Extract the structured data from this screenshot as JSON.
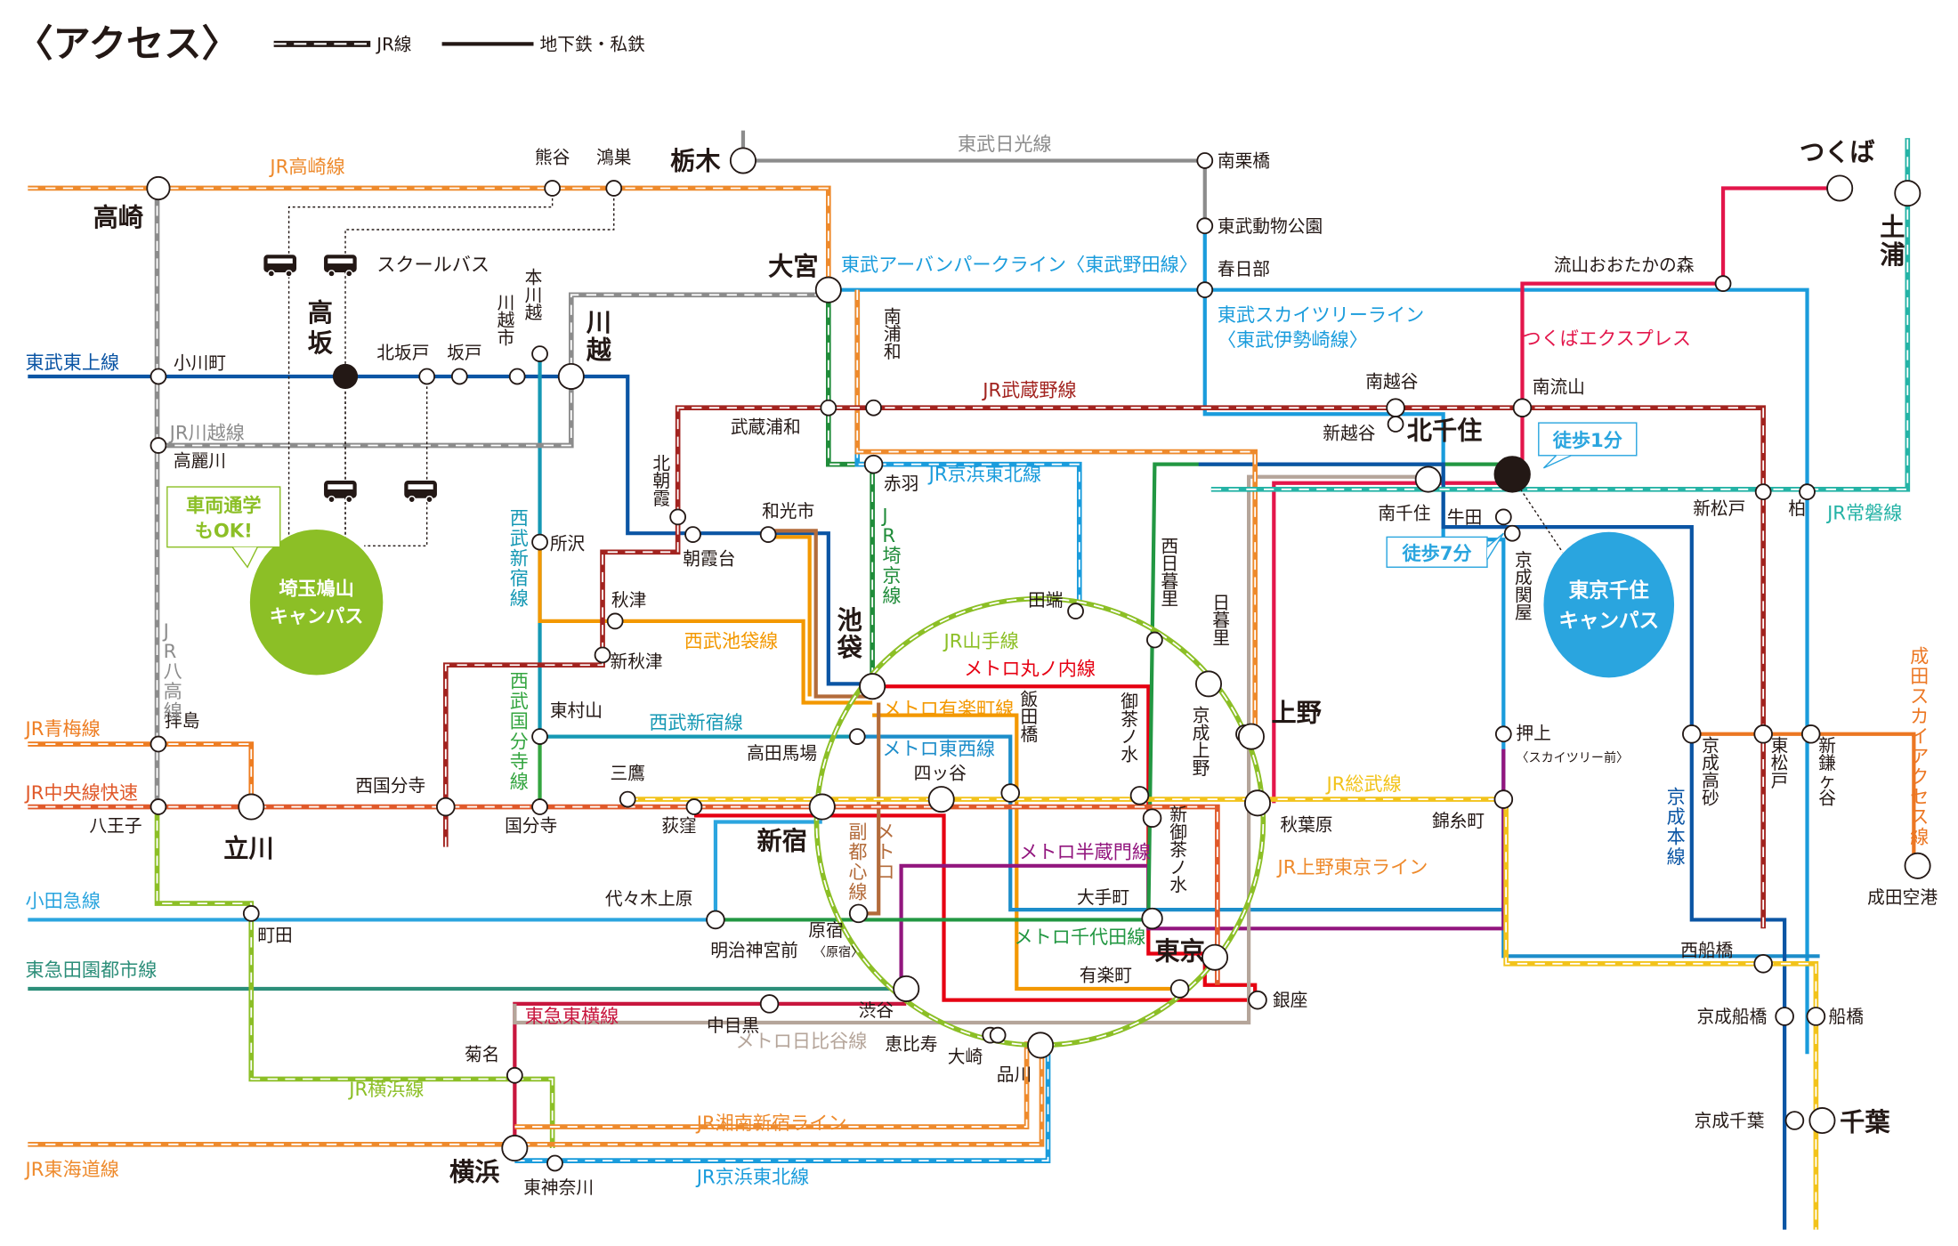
{
  "title": "〈アクセス〉",
  "legend": {
    "jr": "JR線",
    "private": "地下鉄・私鉄"
  },
  "colors": {
    "takasaki": "#EE8A2C",
    "tobu_tojo": "#0B55A4",
    "kawagoe_jr": "#8C8C8C",
    "hachiko": "#8C8C8C",
    "ome": "#EE7D22",
    "chuo": "#E0592A",
    "odakyu": "#2BA5DF",
    "denentoshi": "#2C8E79",
    "yokohama_jr": "#8CBF26",
    "tokaido": "#EE8A2C",
    "keihintohoku": "#1A9CDC",
    "shonan": "#EE8A2C",
    "toyoko": "#C8163E",
    "nikko": "#8C8C8C",
    "urban_park": "#1A9CDC",
    "skytree": "#1A9CDC",
    "tsukuba_ex": "#E3164B",
    "musashino": "#A2231F",
    "joban": "#25B3A6",
    "saikyo": "#208C3A",
    "seibu_ikebukuro": "#F39800",
    "seibu_shinjuku": "#1598B4",
    "seibu_kokubunji": "#34A540",
    "yamanote": "#8CBF26",
    "marunouchi": "#E60012",
    "yurakucho": "#F39800",
    "tozai": "#1C8DCA",
    "fukutoshin": "#B36B3A",
    "hanzomon": "#92167E",
    "chiyoda": "#229742",
    "hibiya": "#B5A59A",
    "sobu": "#F2C31B",
    "ueno_tokyo": "#EE8A2C",
    "keisei": "#0B55A4",
    "narita_access": "#EC7723",
    "higashi_kawagoe_green": "#208C3A",
    "campus_saitama": "#8CBF26",
    "campus_tokyo": "#2AA5DF",
    "bubble_green": "#8CBF26",
    "bubble_blue": "#2AA5DF"
  },
  "lines": {
    "takasaki": "JR高崎線",
    "tojo": "東武東上線",
    "kawagoe": "JR川越線",
    "hachiko": "JR八高線",
    "ome": "JR青梅線",
    "chuo": "JR中央線快速",
    "odakyu": "小田急線",
    "denentoshi": "東急田園都市線",
    "yokohama": "JR横浜線",
    "tokaido": "JR東海道線",
    "keihintohoku_s": "JR京浜東北線",
    "shonan": "JR湘南新宿ライン",
    "toyoko": "東急東横線",
    "nikko": "東武日光線",
    "urban_park": "東武アーバンパークライン〈東武野田線〉",
    "skytree1": "東武スカイツリーライン",
    "skytree2": "〈東武伊勢崎線〉",
    "tsukuba_ex": "つくばエクスプレス",
    "musashino": "JR武蔵野線",
    "joban": "JR常磐線",
    "saikyo": "JR埼京線",
    "keihintohoku_n": "JR京浜東北線",
    "seibu_ikebukuro": "西武池袋線",
    "seibu_shinjuku_v": "西武新宿線",
    "seibu_shinjuku_h": "西武新宿線",
    "seibu_kokubunji": "西武国分寺線",
    "yamanote": "JR山手線",
    "marunouchi": "メトロ丸ノ内線",
    "yurakucho": "メトロ有楽町線",
    "tozai": "メトロ東西線",
    "fukutoshin": "副都心線",
    "fukutoshin_metro": "メトロ",
    "hanzomon": "メトロ半蔵門線",
    "chiyoda": "メトロ千代田線",
    "hibiya": "メトロ日比谷線",
    "sobu": "JR総武線",
    "ueno_tokyo": "JR上野東京ライン",
    "keisei": "京成本線",
    "narita_access": "成田スカイアクセス線"
  },
  "stations": {
    "takasaki": "高崎",
    "kumagaya": "熊谷",
    "konosu": "鴻巣",
    "tochigi": "栃木",
    "minamikurihashi": "南栗橋",
    "tobu_dobutsu": "東武動物公園",
    "kasukabe": "春日部",
    "nagareyama_otaka": "流山おおたかの森",
    "tsukuba": "つくば",
    "tsuchiura": "土浦",
    "omiya": "大宮",
    "ogawamachi": "小川町",
    "takasaka": "高坂",
    "kitasakado": "北坂戸",
    "sakado": "坂戸",
    "kawagoeshi": "川越市",
    "honkawagoe": "本川越",
    "kawagoe": "川越",
    "komagawa": "高麗川",
    "minamiurawa": "南浦和",
    "musashiurawa": "武蔵浦和",
    "minamikoshigaya": "南越谷",
    "shinkoshigaya": "新越谷",
    "kitasenju": "北千住",
    "minaminagareyama": "南流山",
    "shinmatsudo": "新松戸",
    "kashiwa": "柏",
    "akabane": "赤羽",
    "kitaasaka": "北朝霞",
    "asakadai": "朝霞台",
    "wakoshi": "和光市",
    "tokorozawa": "所沢",
    "akitsu": "秋津",
    "shinakitsu": "新秋津",
    "minamisenju": "南千住",
    "ushida": "牛田",
    "keiseisekiya": "京成関屋",
    "ikebukuro": "池袋",
    "tabata": "田端",
    "nishinippori": "西日暮里",
    "nippori": "日暮里",
    "higashimurayama": "東村山",
    "haijima": "拝島",
    "hachioji": "八王子",
    "tachikawa": "立川",
    "nishikokubunji": "西国分寺",
    "kokubunji": "国分寺",
    "mitaka": "三鷹",
    "ogikubo": "荻窪",
    "shinjuku": "新宿",
    "takadanobaba": "高田馬場",
    "yotsuya": "四ッ谷",
    "iidabashi": "飯田橋",
    "ochanomizu": "御茶ノ水",
    "shinochanomizu": "新御茶ノ水",
    "keiseiueno": "京成上野",
    "ueno": "上野",
    "akihabara": "秋葉原",
    "kinshicho": "錦糸町",
    "oshiage": "押上",
    "oshiage_sub": "〈スカイツリー前〉",
    "keiseitakasago": "京成高砂",
    "higashimatsudo": "東松戸",
    "shinkamagaya": "新鎌ヶ谷",
    "narita_airport": "成田空港",
    "machida": "町田",
    "yoyogiuehara": "代々木上原",
    "harajuku": "原宿",
    "meijijingumae": "明治神宮前",
    "meijijingumae_sub": "〈原宿〉",
    "otemachi": "大手町",
    "tokyo": "東京",
    "yurakucho": "有楽町",
    "ginza": "銀座",
    "shibuya": "渋谷",
    "nakameguro": "中目黒",
    "ebisu": "恵比寿",
    "osaki": "大崎",
    "shinagawa": "品川",
    "kikuna": "菊名",
    "yokohama": "横浜",
    "higashikanagawa": "東神奈川",
    "nishifunabashi": "西船橋",
    "keiseifunabashi": "京成船橋",
    "funabashi": "船橋",
    "keiseichiba": "京成千葉",
    "chiba": "千葉"
  },
  "campuses": {
    "saitama": {
      "line1": "埼玉鳩山",
      "line2": "キャンパス"
    },
    "tokyo": {
      "line1": "東京千住",
      "line2": "キャンパス"
    }
  },
  "callouts": {
    "car": {
      "line1": "車両通学",
      "line2": "もOK!"
    },
    "walk1": "徒歩1分",
    "walk7": "徒歩7分",
    "school_bus": "スクールバス"
  }
}
